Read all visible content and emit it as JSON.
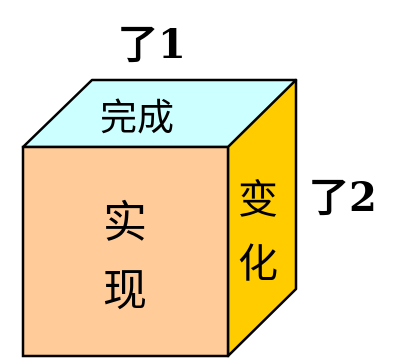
{
  "labels": {
    "le1": "了1",
    "le2": "了2",
    "top_face": "完成",
    "front_face_line1": "实",
    "front_face_line2": "现",
    "side_face_line1": "变",
    "side_face_line2": "化"
  },
  "colors": {
    "top_face": "#ccffff",
    "front_face": "#ffcc99",
    "side_face": "#ffcc00",
    "edge": "#000000"
  }
}
